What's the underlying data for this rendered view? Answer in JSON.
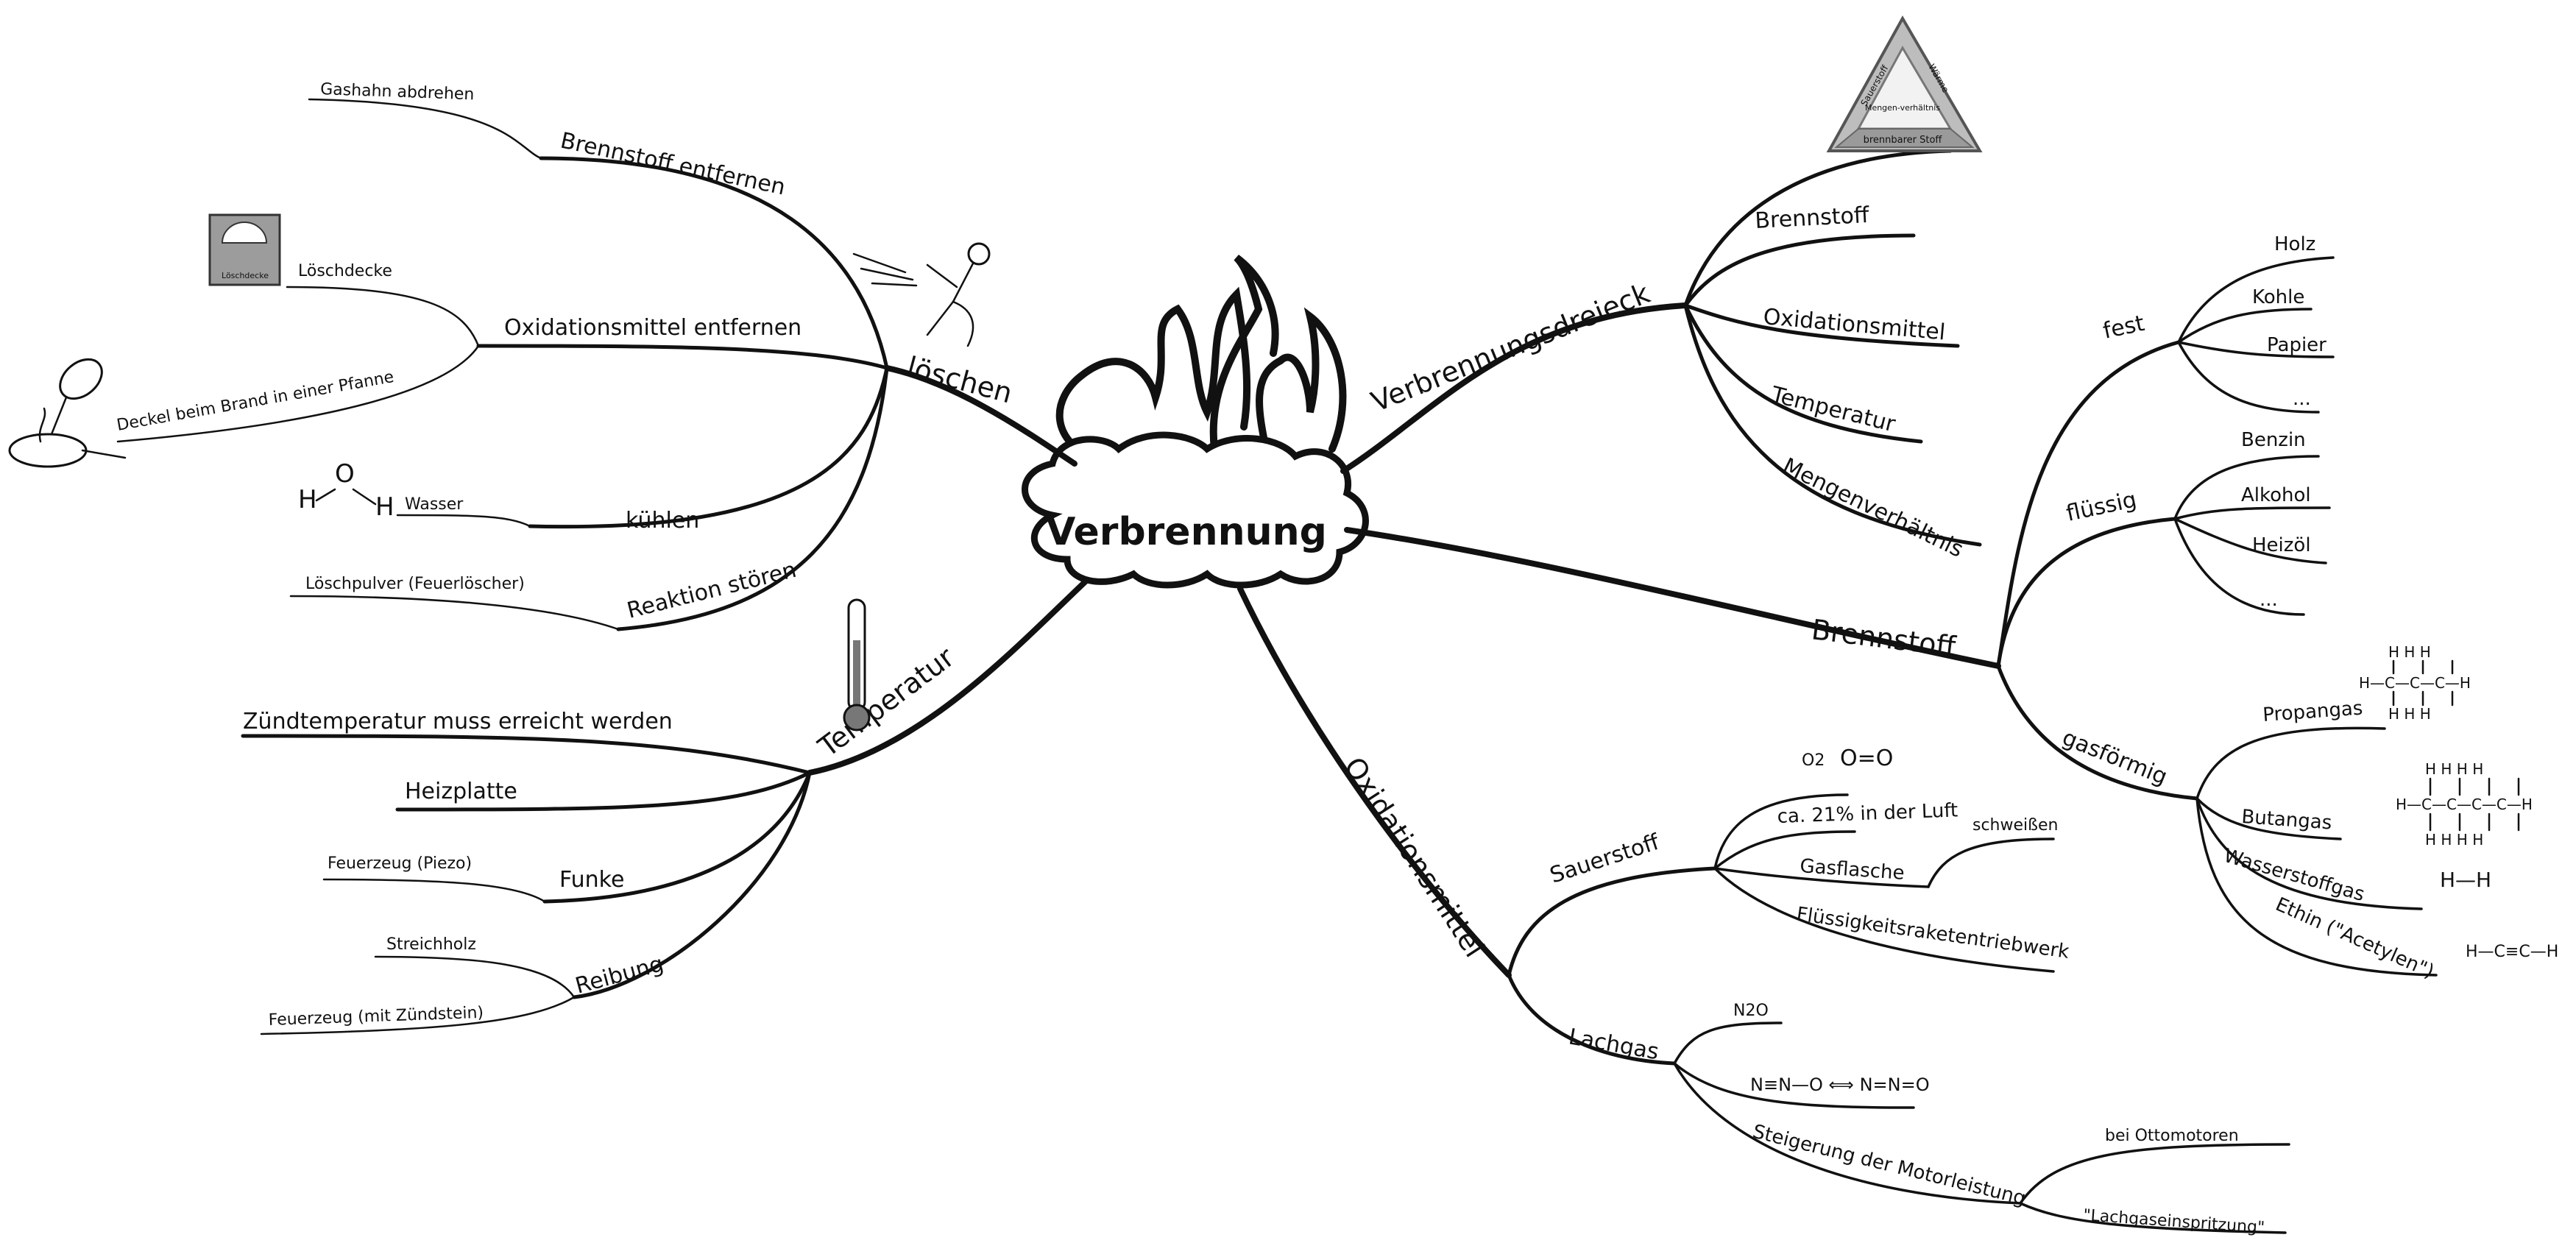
{
  "center": {
    "label": "Verbrennung"
  },
  "verbrennungsdreieck": {
    "label": "Verbrennungsdreieck",
    "items": [
      "Brennstoff",
      "Oxidationsmittel",
      "Temperatur",
      "Mengenverhältnis"
    ],
    "triangle": {
      "left": "Sauerstoff",
      "right": "Wärme",
      "bottom": "brennbarer Stoff",
      "center": "Mengen-verhältnis"
    }
  },
  "brennstoff": {
    "label": "Brennstoff",
    "fest": {
      "label": "fest",
      "items": [
        "Holz",
        "Kohle",
        "Papier",
        "..."
      ]
    },
    "fluessig": {
      "label": "flüssig",
      "items": [
        "Benzin",
        "Alkohol",
        "Heizöl",
        "..."
      ]
    },
    "gasfoermig": {
      "label": "gasförmig",
      "items": [
        "Propangas",
        "Butangas",
        "Wasserstoffgas",
        "Ethin (\"Acetylen\")"
      ],
      "wasserstoff_formula": "H—H",
      "ethin_formula": "H—C≡C—H"
    }
  },
  "oxidationsmittel": {
    "label": "Oxidationsmittel",
    "sauerstoff": {
      "label": "Sauerstoff",
      "formula_prefix": "O2",
      "formula": "O=O",
      "items": [
        "ca. 21% in der Luft",
        "Gasflasche",
        "Flüssigkeitsraketentriebwerk"
      ],
      "gasflasche_sub": "schweißen"
    },
    "lachgas": {
      "label": "Lachgas",
      "formula": "N2O",
      "resonance": "N≡N—O  ⟺  N=N=O",
      "motor": "Steigerung der Motorleistung",
      "motor_items": [
        "bei Ottomotoren",
        "\"Lachgaseinspritzung\""
      ]
    }
  },
  "loeschen": {
    "label": "löschen",
    "items": {
      "brennstoff": {
        "label": "Brennstoff entfernen",
        "sub": "Gashahn abdrehen"
      },
      "oxidation": {
        "label": "Oxidationsmittel entfernen",
        "subs": [
          "Löschdecke",
          "Deckel beim Brand in einer Pfanne"
        ]
      },
      "kuehlen": {
        "label": "kühlen",
        "sub": "Wasser"
      },
      "reaktion": {
        "label": "Reaktion stören",
        "sub": "Löschpulver (Feuerlöscher)"
      }
    },
    "loeschdecke_icon_text": "Löschdecke"
  },
  "temperatur": {
    "label": "Temperatur",
    "items": [
      "Zündtemperatur muss erreicht werden",
      "Heizplatte"
    ],
    "funke": {
      "label": "Funke",
      "sub": "Feuerzeug (Piezo)"
    },
    "reibung": {
      "label": "Reibung",
      "subs": [
        "Streichholz",
        "Feuerzeug (mit Zündstein)"
      ]
    }
  },
  "water_formula": {
    "o": "O",
    "h": "H"
  },
  "propane": {
    "h": "H",
    "c": "C"
  }
}
